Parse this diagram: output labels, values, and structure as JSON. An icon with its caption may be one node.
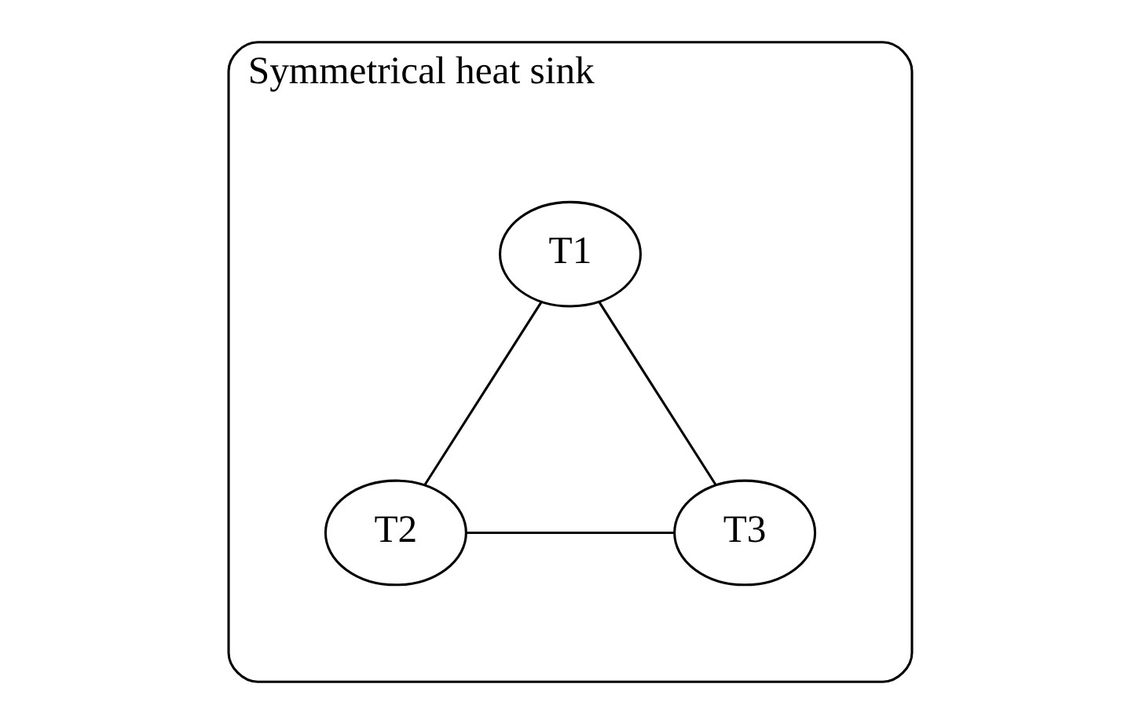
{
  "diagram": {
    "nodes": [
      {
        "text": [
          "Symmetrical heat sink"
        ]
      },
      {
        "text": [
          "T1"
        ],
        "in": 0
      },
      {
        "text": [
          "T2"
        ],
        "in": 0
      },
      {
        "text": [
          "T3"
        ],
        "in": 0
      }
    ],
    "edges": [
      {
        "from": 1,
        "to": 2,
        "arrow": "none"
      },
      {
        "from": 1,
        "to": 3,
        "arrow": "none"
      },
      {
        "from": 2,
        "to": 3,
        "arrow": "none"
      }
    ]
  }
}
